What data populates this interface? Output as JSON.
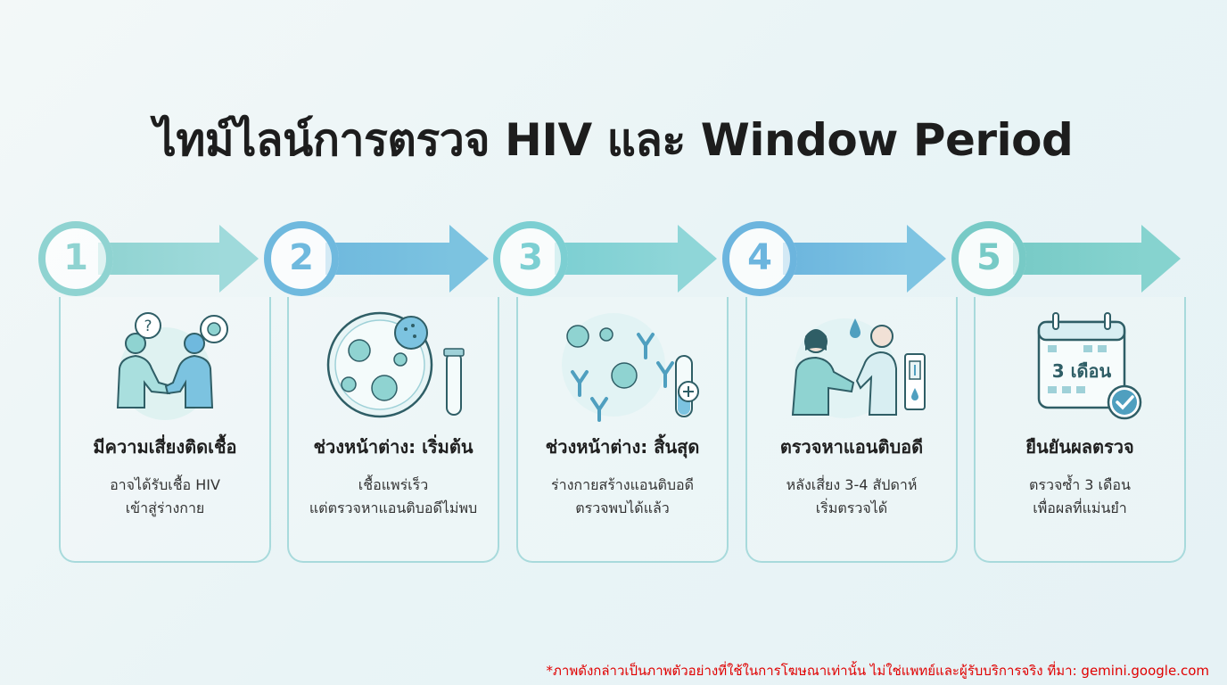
{
  "title": "ไทม์ไลน์การตรวจ HIV และ Window Period",
  "steps": [
    {
      "number": "1",
      "heading": "มีความเสี่ยงติดเชื้อ",
      "desc": [
        "อาจได้รับเชื้อ HIV",
        "เข้าสู่ร่างกาย"
      ],
      "color": "#8fd3d1"
    },
    {
      "number": "2",
      "heading": "ช่วงหน้าต่าง: เริ่มต้น",
      "desc": [
        "เชื้อแพร่เร็ว",
        "แต่ตรวจหาแอนติบอดีไม่พบ"
      ],
      "color": "#7cc3e0"
    },
    {
      "number": "3",
      "heading": "ช่วงหน้าต่าง: สิ้นสุด",
      "desc": [
        "ร่างกายสร้างแอนติบอดี",
        "ตรวจพบได้แล้ว"
      ],
      "color": "#86d2d6"
    },
    {
      "number": "4",
      "heading": "ตรวจหาแอนติบอดี",
      "desc": [
        "หลังเสี่ยง 3-4 สัปดาห์",
        "เริ่มตรวจได้"
      ],
      "color": "#78bfe0"
    },
    {
      "number": "5",
      "heading": "ยืนยันผลตรวจ",
      "desc": [
        "ตรวจซ้ำ 3 เดือน",
        "เพื่อผลที่แม่นยำ"
      ],
      "color": "#7fd0cc"
    }
  ],
  "calendar_text": "3 เดือน",
  "footnote": "*ภาพดังกล่าวเป็นภาพตัวอย่างที่ใช้ในการโฆษณาเท่านั้น ไม่ใช่แพทย์และผู้รับบริการจริง ที่มา: gemini.google.com",
  "icons": [
    "handshake-icon",
    "virus-petri-icon",
    "antibody-icon",
    "blood-test-icon",
    "calendar-check-icon"
  ]
}
